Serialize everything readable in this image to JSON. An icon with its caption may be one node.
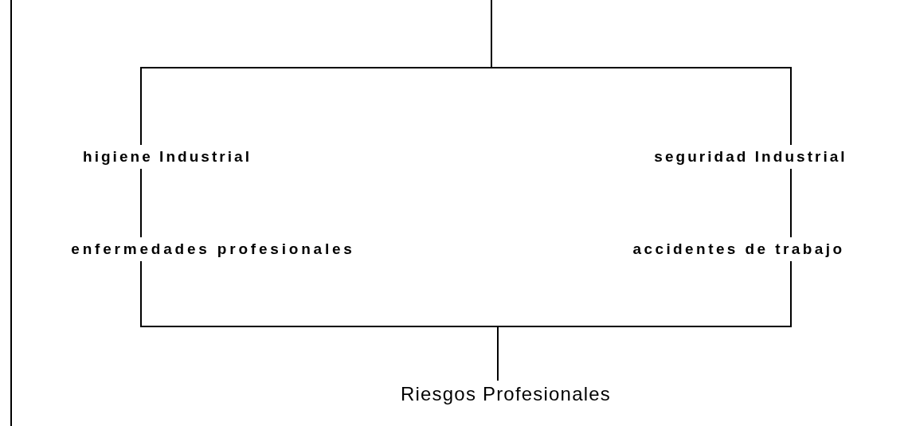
{
  "diagram": {
    "nodes": [
      {
        "text": [
          "higiene Industrial"
        ]
      },
      {
        "text": [
          "seguridad Industrial"
        ]
      },
      {
        "text": [
          "enfermedades profesionales"
        ]
      },
      {
        "text": [
          "accidentes de trabajo"
        ]
      },
      {
        "text": [
          "Riesgos Profesionales"
        ]
      }
    ],
    "edges": [
      {
        "from": null,
        "to": 0,
        "arrow": "none"
      },
      {
        "from": null,
        "to": 1,
        "arrow": "none"
      },
      {
        "from": 0,
        "to": 2,
        "arrow": "none"
      },
      {
        "from": 1,
        "to": 3,
        "arrow": "none"
      },
      {
        "from": 2,
        "to": 4,
        "arrow": "none"
      },
      {
        "from": 3,
        "to": 4,
        "arrow": "none"
      }
    ]
  }
}
